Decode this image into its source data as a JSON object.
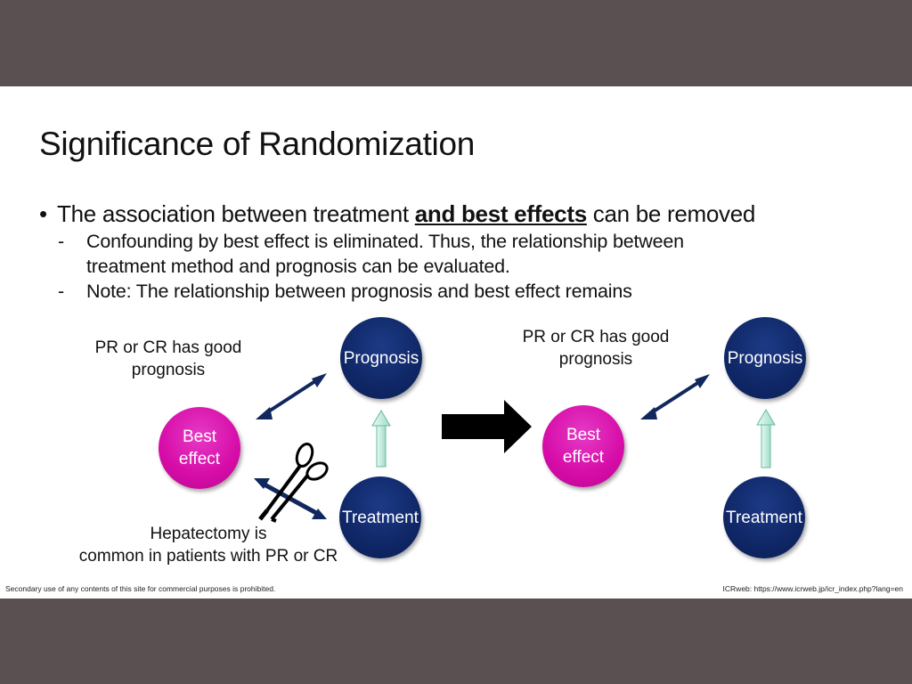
{
  "slide": {
    "title": "Significance of Randomization",
    "bullet": {
      "prefix": "The association between treatment ",
      "emphasis": "and best effects",
      "suffix": " can be removed",
      "marker": "•"
    },
    "subbullets": [
      {
        "marker": "-",
        "line1": "Confounding by best effect is eliminated. Thus, the relationship between",
        "line2": "treatment method and prognosis can be evaluated."
      },
      {
        "marker": "-",
        "line1": "Note: The relationship between prognosis and best effect remains"
      }
    ]
  },
  "diagram_left": {
    "label_top": [
      "PR or CR has good",
      "prognosis"
    ],
    "label_bottom": [
      "Hepatectomy is",
      "common in patients with PR or CR"
    ],
    "nodes": {
      "best_effect": [
        "Best",
        "effect"
      ],
      "prognosis": "Prognosis",
      "treatment": "Treatment"
    },
    "cut_icon": "scissors-icon"
  },
  "transition_arrow": "right-arrow-icon",
  "diagram_right": {
    "label_top": [
      "PR or CR has good",
      "prognosis"
    ],
    "nodes": {
      "best_effect": [
        "Best",
        "effect"
      ],
      "prognosis": "Prognosis",
      "treatment": "Treatment"
    }
  },
  "colors": {
    "navy_node": "#0f2766",
    "pink_node": "#d60ca8",
    "double_arrow": "#10285e",
    "up_arrow": "#bff0e0",
    "frame_bg": "#5a5052"
  },
  "footer": {
    "left": "Secondary use of any contents of this site for commercial purposes is prohibited.",
    "right": "ICRweb: https://www.icrweb.jp/icr_index.php?lang=en"
  }
}
